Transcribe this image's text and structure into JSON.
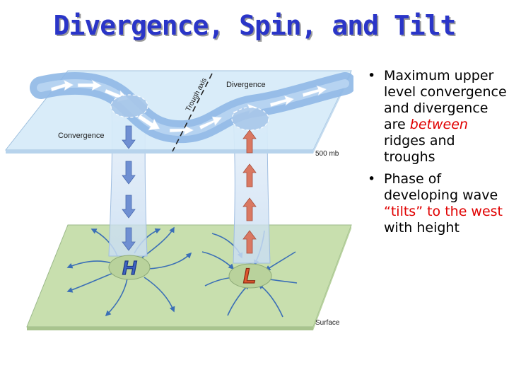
{
  "title": "Divergence, Spin, and Tilt",
  "diagram": {
    "label_divergence": "Divergence",
    "label_convergence": "Convergence",
    "label_trough_axis": "Trough axis",
    "label_500mb": "500 mb",
    "label_surface": "Surface",
    "label_high": "H",
    "label_low": "L"
  },
  "bullets": {
    "b1_part1": "Maximum upper level convergence and divergence are ",
    "b1_highlight": "between",
    "b1_part2": " ridges and troughs",
    "b2_part1": "Phase of developing wave ",
    "b2_highlight": "“tilts” to the west",
    "b2_part2": " with height"
  },
  "colors": {
    "title": "#2a35c8",
    "highlight": "#e00000",
    "upper_plane": "#d6eaf8",
    "surface_plane": "#c8dfae",
    "jet_stream": "#8fb8e6",
    "sink_arrow": "#6f8fd2",
    "rise_arrow": "#d97862"
  }
}
